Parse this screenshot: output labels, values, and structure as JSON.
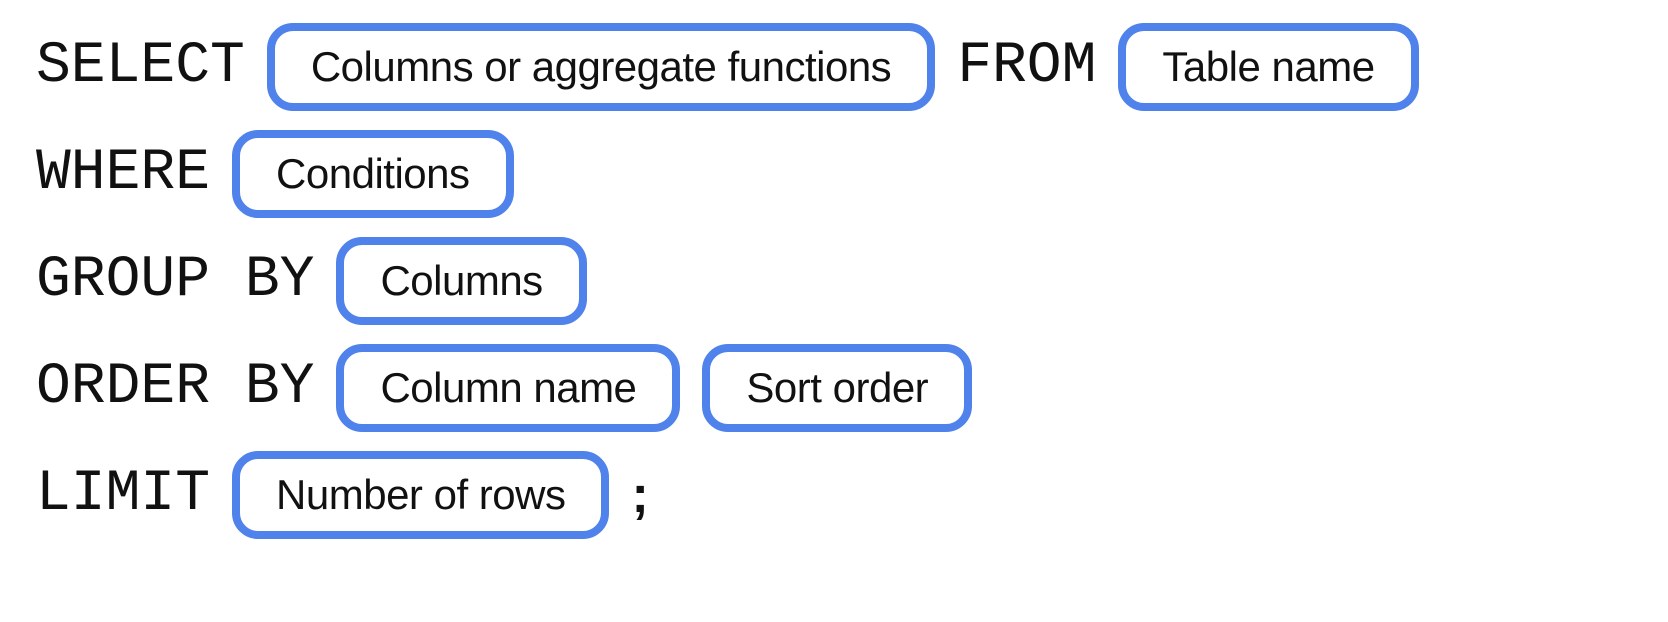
{
  "colors": {
    "accent": "#4f82ea",
    "text": "#111111",
    "background": "#ffffff"
  },
  "diagram": {
    "description": "SQL query syntax template",
    "rows": [
      {
        "items": [
          {
            "type": "keyword",
            "text": "SELECT"
          },
          {
            "type": "pill",
            "text": "Columns or aggregate functions"
          },
          {
            "type": "keyword",
            "text": "FROM"
          },
          {
            "type": "pill",
            "text": "Table name"
          }
        ]
      },
      {
        "items": [
          {
            "type": "keyword",
            "text": "WHERE"
          },
          {
            "type": "pill",
            "text": "Conditions"
          }
        ]
      },
      {
        "items": [
          {
            "type": "keyword",
            "text": "GROUP BY"
          },
          {
            "type": "pill",
            "text": "Columns"
          }
        ]
      },
      {
        "items": [
          {
            "type": "keyword",
            "text": "ORDER BY"
          },
          {
            "type": "pill",
            "text": "Column name"
          },
          {
            "type": "pill",
            "text": "Sort order"
          }
        ]
      },
      {
        "items": [
          {
            "type": "keyword",
            "text": "LIMIT"
          },
          {
            "type": "pill",
            "text": "Number of rows"
          },
          {
            "type": "punct",
            "text": ";"
          }
        ]
      }
    ]
  }
}
